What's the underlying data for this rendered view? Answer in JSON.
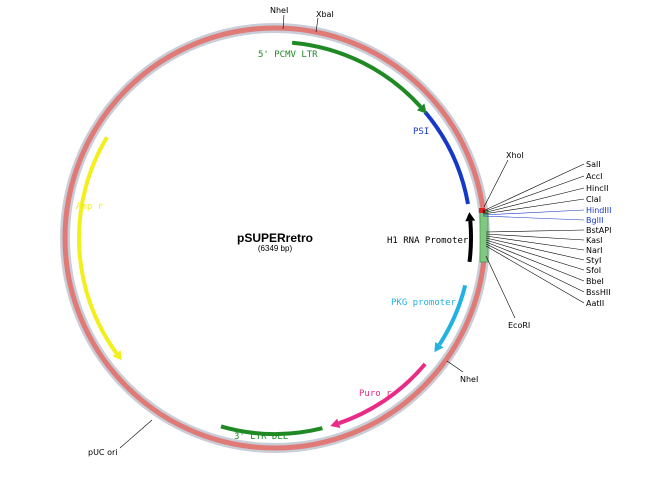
{
  "plasmid": {
    "name": "pSUPERretro",
    "size": "(6349 bp)"
  },
  "colors": {
    "backbone_outer": "#c8cdd8",
    "backbone_inner": "#e07a76",
    "green": "#1f8a24",
    "blue": "#1638c8",
    "yellow": "#f2ef1b",
    "cyan": "#22b2e2",
    "pink": "#ea2b86",
    "black": "#000000",
    "mcs": "#7fc87f"
  },
  "features": [
    {
      "label": "5' PCMV LTR",
      "color": "green"
    },
    {
      "label": "PSI",
      "color": "blue"
    },
    {
      "label": "H1 RNA Promoter",
      "color": "black"
    },
    {
      "label": "PKG promoter",
      "color": "cyan"
    },
    {
      "label": "Puro r",
      "color": "pink"
    },
    {
      "label": "3' LTR DEL",
      "color": "green"
    },
    {
      "label": "Amp r",
      "color": "yellow"
    }
  ],
  "sites": {
    "nhe_top": "NheI",
    "xba": "XbaI",
    "xho": "XhoI",
    "eco": "EcoRI",
    "nhe_bottom": "NheI",
    "puc": "pUC ori",
    "mcs": [
      "SalI",
      "AccI",
      "HincII",
      "ClaI",
      "HindIII",
      "BglII",
      "BstAPI",
      "KasI",
      "NarI",
      "SfoI",
      "BbeI",
      "BssHII",
      "StyI",
      "AatII"
    ]
  }
}
